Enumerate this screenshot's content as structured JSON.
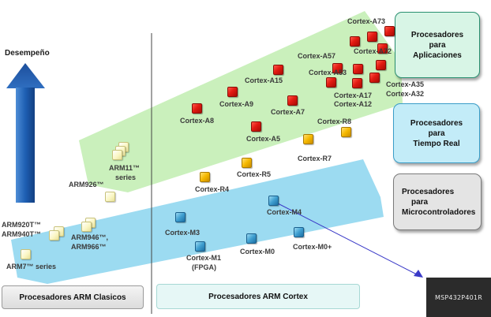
{
  "performance_label": "Desempeño",
  "categories": {
    "applications": [
      "Procesadores",
      "para",
      "Aplicaciones"
    ],
    "real_time": [
      "Procesadores",
      "para",
      "Tiempo Real"
    ],
    "microcontrollers": [
      "Procesadores",
      "para",
      "Microcontroladores"
    ]
  },
  "bottom": {
    "classic": "Procesadores ARM Clasicos",
    "cortex": "Procesadores ARM Cortex"
  },
  "device_box": "MSP432P401R",
  "cortex_a": {
    "a73": "Cortex-A73",
    "a72": "Cortex-A72",
    "a57": "Cortex-A57",
    "a53": "Cortex-A53",
    "a35": "Cortex-A35",
    "a32": "Cortex-A32",
    "a17": "Cortex-A17",
    "a12": "Cortex-A12",
    "a15": "Cortex-A15",
    "a9": "Cortex-A9",
    "a7": "Cortex-A7",
    "a8": "Cortex-A8",
    "a5": "Cortex-A5"
  },
  "cortex_r": {
    "r8": "Cortex-R8",
    "r7": "Cortex-R7",
    "r5": "Cortex-R5",
    "r4": "Cortex-R4"
  },
  "cortex_m": {
    "m4": "Cortex-M4",
    "m3": "Cortex-M3",
    "m1": "Cortex-M1",
    "m1_sub": "(FPGA)",
    "m0": "Cortex-M0",
    "m0plus": "Cortex-M0+"
  },
  "classic": {
    "arm11": "ARM11™",
    "arm11_sub": "series",
    "arm926": "ARM926™",
    "arm920": "ARM920T™",
    "arm940": "ARM940T™",
    "arm946": "ARM946™,",
    "arm966": "ARM966™",
    "arm7": "ARM7™ series"
  },
  "colors": {
    "green_band": "#c6efb6",
    "cyan_band": "#86d3ee",
    "applications_fill": "#d8f5e6",
    "real_time_fill": "#c3ecf8",
    "micro_fill": "#e4e4e4",
    "arrow": "#2a5fa8",
    "connector": "#3a3ac8",
    "device_bg": "#2b2b2b"
  }
}
